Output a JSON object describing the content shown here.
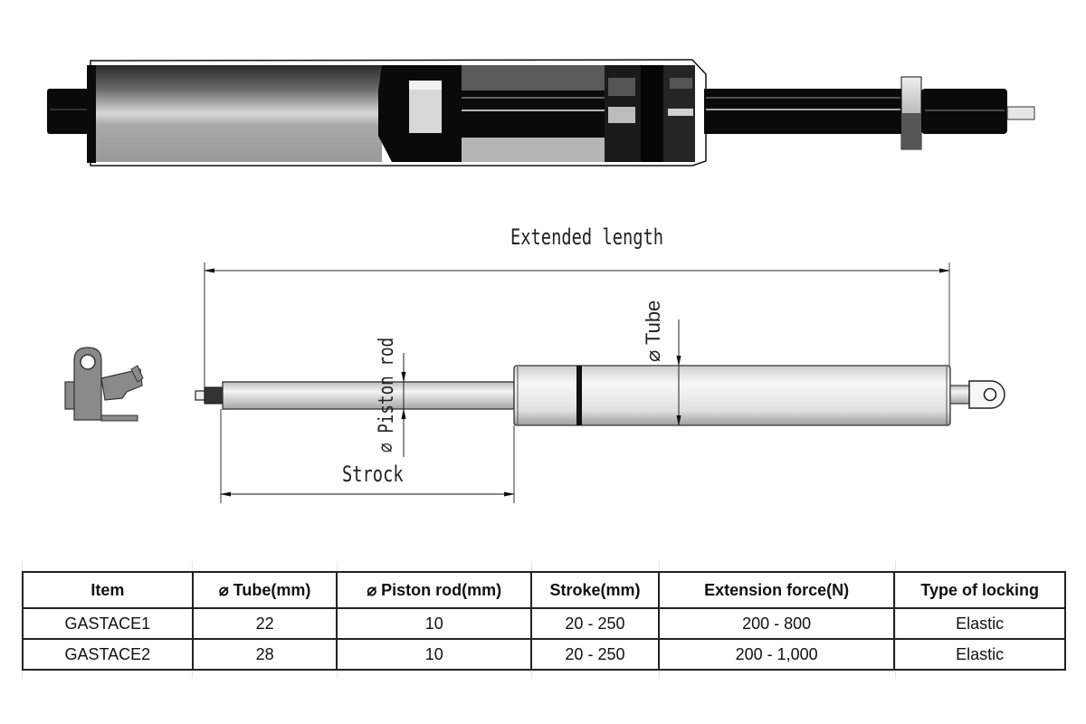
{
  "product_photo": {
    "label": "gas-spring-cutaway-photo"
  },
  "drawing": {
    "extended_length_label": "Extended length",
    "piston_rod_label": "⌀ Piston rod",
    "tube_label": "⌀ Tube",
    "stroke_label": "Strock"
  },
  "spec_table": {
    "headers": [
      "Item",
      "⌀ Tube(mm)",
      "⌀ Piston rod(mm)",
      "Stroke(mm)",
      "Extension force(N)",
      "Type of locking"
    ],
    "rows": [
      [
        "GASTACE1",
        "22",
        "10",
        "20 - 250",
        "200 - 800",
        "Elastic"
      ],
      [
        "GASTACE2",
        "28",
        "10",
        "20 - 250",
        "200 - 1,000",
        "Elastic"
      ]
    ]
  },
  "colors": {
    "line": "#222222",
    "photo_dark": "#0a0a0a",
    "photo_light": "#c8c8c8",
    "fitting_gray": "#8a8a8a"
  }
}
